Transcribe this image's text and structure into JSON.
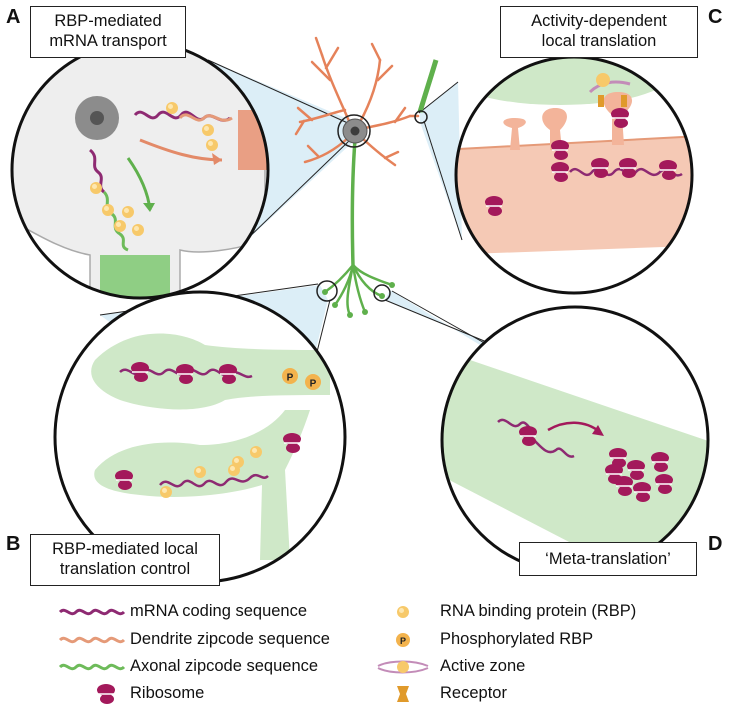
{
  "panels": {
    "A": {
      "letter": "A",
      "title_line1": "RBP-mediated",
      "title_line2": "mRNA transport"
    },
    "B": {
      "letter": "B",
      "title_line1": "RBP-mediated local",
      "title_line2": "translation control"
    },
    "C": {
      "letter": "C",
      "title_line1": "Activity-dependent",
      "title_line2": "local translation"
    },
    "D": {
      "letter": "D",
      "title": "‘Meta-translation’"
    }
  },
  "phospho_label": "P",
  "legend": {
    "items": [
      {
        "label": "mRNA coding sequence",
        "icon": "mrna-wave-icon",
        "color": "#8e2a72"
      },
      {
        "label": "Dendrite zipcode sequence",
        "icon": "dendrite-wave-icon",
        "color": "#e59a78"
      },
      {
        "label": "Axonal zipcode sequence",
        "icon": "axonal-wave-icon",
        "color": "#6ebb5a"
      },
      {
        "label": "Ribosome",
        "icon": "ribosome-icon",
        "color": "#a3195b"
      },
      {
        "label": "RNA binding protein (RBP)",
        "icon": "rbp-icon",
        "color": "#f7c96a"
      },
      {
        "label": "Phosphorylated RBP",
        "icon": "phospho-rbp-icon",
        "color": "#f3b34d"
      },
      {
        "label": "Active zone",
        "icon": "active-zone-icon",
        "color": "#d9c2d6"
      },
      {
        "label": "Receptor",
        "icon": "receptor-icon",
        "color": "#e09a2b"
      }
    ]
  },
  "colors": {
    "ribosome": "#a3195b",
    "mrna": "#8e2a72",
    "dendrite": "#e59a78",
    "axon": "#6ebb5a",
    "axon_fill": "#cfe8c8",
    "dendrite_fill": "#f5c9b5",
    "rbp": "#f7c96a",
    "zoom_wedge": "#dceef7"
  }
}
